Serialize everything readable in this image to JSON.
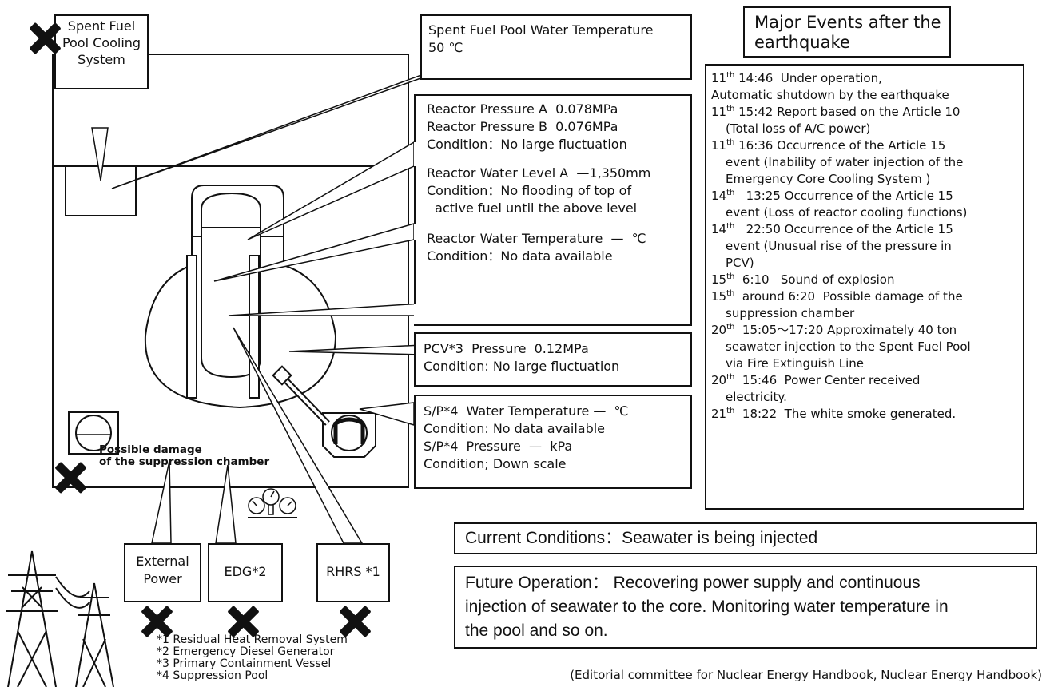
{
  "callouts": {
    "spent_fuel_pool_cooling": [
      "Spent Fuel",
      "Pool Cooling",
      "System"
    ],
    "external_power": [
      "External",
      "Power"
    ],
    "edg": "EDG*2",
    "rhrs": "RHRS *1"
  },
  "diagram_notes": {
    "possible_damage": [
      "Possible damage",
      "of the suppression chamber"
    ]
  },
  "readings": {
    "pool_temp": [
      "Spent Fuel Pool Water Temperature",
      "50 ℃"
    ],
    "reactor": [
      "Reactor Pressure A  0.078MPa",
      "Reactor Pressure B  0.076MPa",
      "Condition：No large fluctuation",
      "",
      "Reactor Water Level A  —1,350mm",
      "Condition：No flooding of top of",
      "  active fuel until the above level",
      "",
      "Reactor Water Temperature  —  ℃",
      "Condition：No data available"
    ],
    "pcv": [
      "PCV*3  Pressure  0.12MPa",
      "Condition: No large fluctuation"
    ],
    "sp": [
      "S/P*4  Water Temperature —  ℃",
      "Condition: No data available",
      "S/P*4  Pressure  —  kPa",
      "Condition; Down scale"
    ]
  },
  "events": {
    "title": [
      "Major Events after the",
      "earthquake"
    ],
    "items": [
      {
        "day": "11",
        "sup": "th",
        "lines": [
          "14:46  Under operation,"
        ],
        "cont": [
          "Automatic shutdown by the earthquake"
        ],
        "cont_indent": false
      },
      {
        "day": "11",
        "sup": "th",
        "lines": [
          "15:42 Report based on the Article 10"
        ],
        "cont": [
          "(Total loss of A/C power)"
        ],
        "cont_indent": true
      },
      {
        "day": "11",
        "sup": "th",
        "lines": [
          "16:36 Occurrence of the Article 15"
        ],
        "cont": [
          "event (Inability of water injection of the",
          "Emergency Core Cooling System )"
        ],
        "cont_indent": true
      },
      {
        "day": "14",
        "sup": "th",
        "lines": [
          "  13:25 Occurrence of the Article 15"
        ],
        "cont": [
          "event (Loss of reactor cooling functions)"
        ],
        "cont_indent": true
      },
      {
        "day": "14",
        "sup": "th",
        "lines": [
          "  22:50 Occurrence of the Article 15"
        ],
        "cont": [
          "event (Unusual rise of the pressure in",
          "PCV)"
        ],
        "cont_indent": true
      },
      {
        "day": "15",
        "sup": "th",
        "lines": [
          " 6:10   Sound of explosion"
        ],
        "cont": [],
        "cont_indent": true
      },
      {
        "day": "15",
        "sup": "th",
        "lines": [
          " around 6:20  Possible damage of the"
        ],
        "cont": [
          "suppression chamber"
        ],
        "cont_indent": true
      },
      {
        "day": "20",
        "sup": "th",
        "lines": [
          " 15:05〜17:20 Approximately 40 ton"
        ],
        "cont": [
          "seawater injection to the Spent Fuel Pool",
          "via Fire Extinguish Line"
        ],
        "cont_indent": true
      },
      {
        "day": "20",
        "sup": "th",
        "lines": [
          " 15:46  Power Center received"
        ],
        "cont": [
          "electricity."
        ],
        "cont_indent": true
      },
      {
        "day": "21",
        "sup": "th",
        "lines": [
          " 18:22  The white smoke generated."
        ],
        "cont": [],
        "cont_indent": true
      }
    ]
  },
  "current_conditions": "Current Conditions：Seawater is being injected",
  "future_operation": [
    "Future Operation： Recovering power supply and continuous",
    "injection of seawater to the core. Monitoring water temperature in",
    "the pool and so on."
  ],
  "footnotes": [
    "*1 Residual Heat Removal System",
    "*2 Emergency Diesel Generator",
    "*3 Primary Containment Vessel",
    "*4 Suppression Pool"
  ],
  "source": "(Editorial committee for Nuclear Energy Handbook, Nuclear Energy Handbook)",
  "icons": [
    "x-mark-icon",
    "pressure-gauge-icon",
    "power-tower-icon"
  ]
}
